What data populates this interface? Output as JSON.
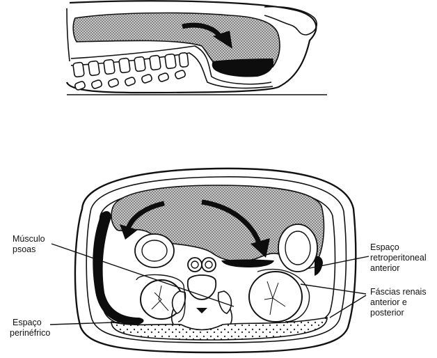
{
  "labels": {
    "musculo_psoas": [
      "Músculo",
      "psoas"
    ],
    "espaco_perinefrico": [
      "Espaço",
      "perinéfrico"
    ],
    "espaco_retroperitoneal": [
      "Espaço",
      "retroperitoneal",
      "anterior"
    ],
    "fascias_renais": [
      "Fáscias renais",
      "anterior e",
      "posterior"
    ]
  },
  "colors": {
    "ink": "#111111",
    "stipple": "#8a8a8a",
    "fluid": "#0d0d0d",
    "paper": "#ffffff"
  }
}
